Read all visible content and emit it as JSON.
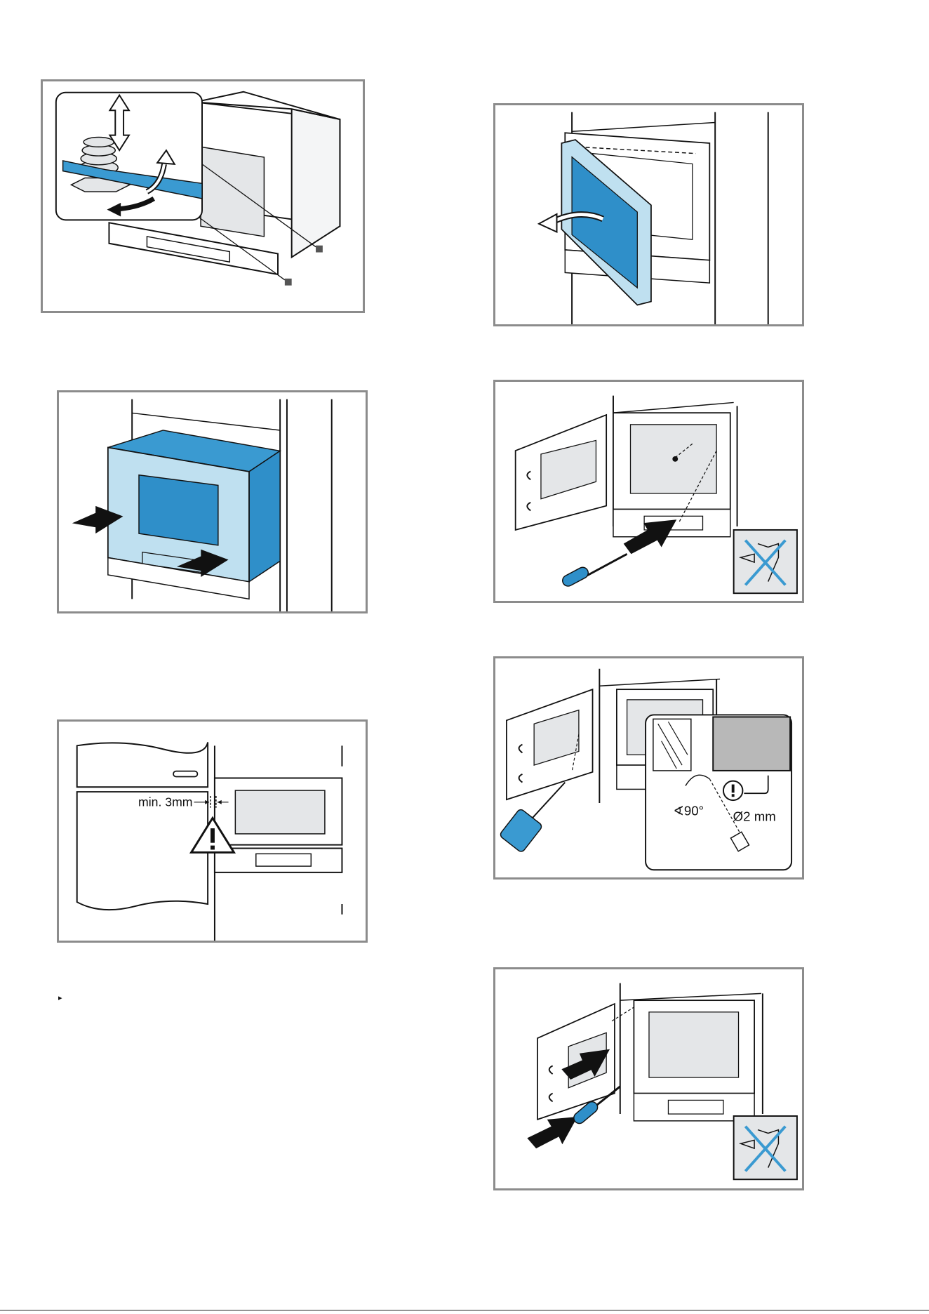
{
  "page": {
    "list_bullet": "▸"
  },
  "figures": {
    "fig3": {
      "gap_label": "min. 3mm"
    },
    "fig6": {
      "angle_label": "∢90°",
      "diameter_label": "Ø2 mm"
    }
  },
  "colors": {
    "accent_blue": "#3a9ad1",
    "light_blue": "#bfe0f0",
    "panel_blue": "#2f8fc9",
    "frame_grey": "#8c8c8c",
    "light_grey": "#e4e6e8",
    "mid_grey": "#b8b8b8"
  }
}
